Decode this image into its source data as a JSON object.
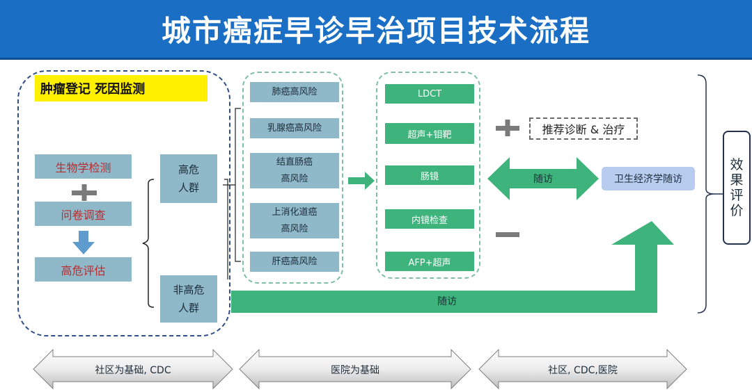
{
  "header": {
    "title": "城市癌症早诊早治项目技术流程"
  },
  "left_panel": {
    "label": "肿瘤登记 死因监测",
    "steps": [
      "生物学检测",
      "问卷调查",
      "高危评估"
    ],
    "high_risk_group": "高危\n人群",
    "non_high_risk_group": "非高危\n人群"
  },
  "risk_groups": [
    "肺癌高风险",
    "乳腺癌高风险",
    "结直肠癌\n高风险",
    "上消化道癌\n高风险",
    "肝癌高风险"
  ],
  "exams": [
    "LDCT",
    "超声+钼靶",
    "肠镜",
    "内镜检查",
    "AFP+超声"
  ],
  "right_panel": {
    "recommend": "推荐诊断 & 治疗",
    "follow_up": "随访",
    "health_econ": "卫生经济学随访",
    "bottom_follow_up": "随访",
    "evaluation": "效\n果\n评\n价"
  },
  "bottom_bands": [
    "社区为基础, CDC",
    "医院为基础",
    "社区, CDC,医院"
  ],
  "colors": {
    "header": "#1a6fc4",
    "green": "#3fb37c",
    "box_blue": "#8fb8c8",
    "highlight": "#fff000"
  }
}
